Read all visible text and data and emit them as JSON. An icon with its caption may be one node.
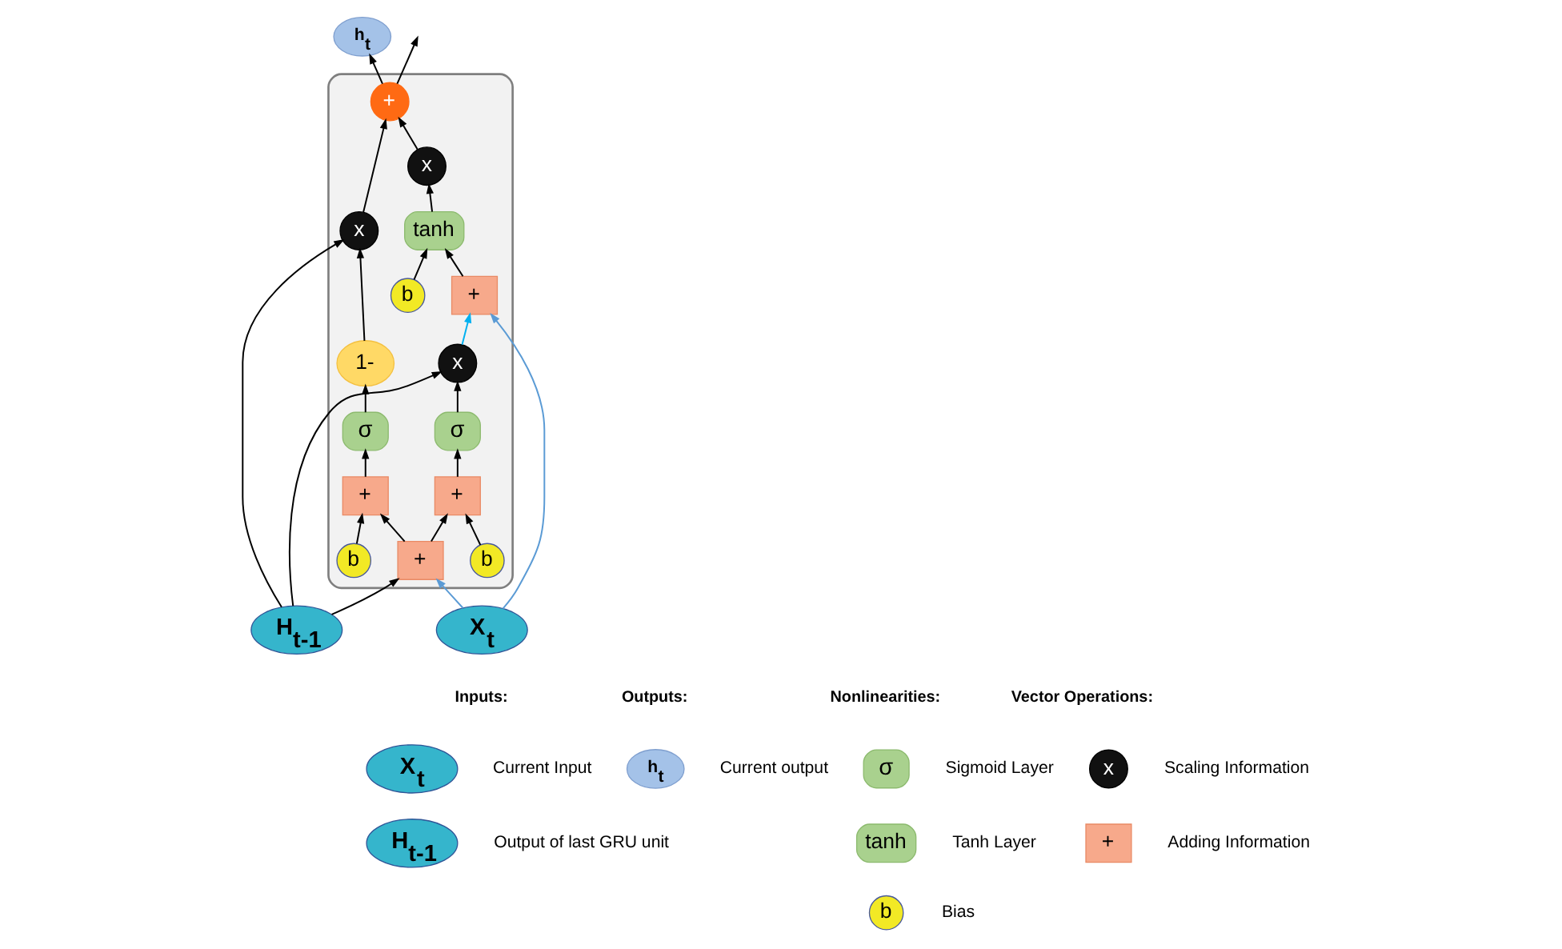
{
  "diagram": {
    "nodes": [
      {
        "text": [],
        "shape": "box"
      },
      {
        "text": [
          "H$_{t-1}$"
        ]
      },
      {
        "text": [
          "X$_{t}$"
        ]
      },
      {
        "text": [
          "h$_{t}$"
        ]
      },
      {
        "text": [
          "+"
        ],
        "in": 0
      },
      {
        "text": [
          "+"
        ],
        "in": 0
      },
      {
        "text": [
          "x"
        ],
        "in": 0
      },
      {
        "text": [
          "σ"
        ],
        "in": 0
      },
      {
        "text": [
          "+"
        ],
        "in": 0
      },
      {
        "text": [
          "b"
        ],
        "in": 0
      },
      {
        "text": [
          "σ"
        ],
        "in": 0
      },
      {
        "text": [
          "+"
        ],
        "in": 0
      },
      {
        "text": [
          "b"
        ],
        "in": 0
      },
      {
        "text": [
          "1-"
        ],
        "in": 0
      },
      {
        "text": [
          "x"
        ],
        "in": 0
      },
      {
        "text": [
          "+"
        ],
        "in": 0
      },
      {
        "text": [
          "x"
        ],
        "in": 0
      },
      {
        "text": [
          "tanh"
        ],
        "in": 0
      },
      {
        "text": [
          "b"
        ],
        "in": 0
      },
      {
        "text": [
          "X$_{t}$"
        ],
        "beside": [
          "Current Input"
        ]
      },
      {
        "text": [
          "H$_{t-1}$"
        ],
        "beside": [
          "Output of last GRU unit"
        ]
      },
      {
        "text": [
          "h$_{t}$"
        ],
        "beside": [
          "Current output"
        ]
      },
      {
        "text": [
          "σ"
        ],
        "beside": [
          "Sigmoid Layer"
        ]
      },
      {
        "text": [
          "tanh"
        ],
        "beside": [
          "Tanh Layer"
        ]
      },
      {
        "text": [
          "b"
        ],
        "beside": [
          "Bias"
        ]
      },
      {
        "text": [
          "x"
        ],
        "beside": [
          "Scaling Information"
        ]
      },
      {
        "text": [
          "+"
        ],
        "beside": [
          "Adding Information"
        ]
      }
    ],
    "edges": [
      {
        "from": 1,
        "to": 14,
        "arrow": "to"
      },
      {
        "from": 1,
        "to": 6,
        "arrow": "to"
      },
      {
        "from": 1,
        "to": 4,
        "arrow": "to"
      },
      {
        "from": 2,
        "to": 4,
        "arrow": "to",
        "color": "#5b9bd5"
      },
      {
        "from": 2,
        "to": 5,
        "arrow": "to",
        "color": "#5b9bd5"
      },
      {
        "from": 6,
        "to": 5,
        "arrow": "to",
        "color": "#00b0f0"
      },
      {
        "from": 4,
        "to": 8,
        "arrow": "to"
      },
      {
        "from": 4,
        "to": 11,
        "arrow": "to"
      },
      {
        "from": 9,
        "to": 8,
        "arrow": "to"
      },
      {
        "from": 12,
        "to": 11,
        "arrow": "to"
      },
      {
        "from": 8,
        "to": 7,
        "arrow": "to"
      },
      {
        "from": 11,
        "to": 10,
        "arrow": "to"
      },
      {
        "from": 7,
        "to": 6,
        "arrow": "to"
      },
      {
        "from": 10,
        "to": 13,
        "arrow": "to"
      },
      {
        "from": 13,
        "to": 14,
        "arrow": "to"
      },
      {
        "from": 14,
        "to": 15,
        "arrow": "to"
      },
      {
        "from": 5,
        "to": 17,
        "arrow": "to"
      },
      {
        "from": 18,
        "to": 17,
        "arrow": "to"
      },
      {
        "from": 17,
        "to": 16,
        "arrow": "to"
      },
      {
        "from": 16,
        "to": 15,
        "arrow": "to"
      },
      {
        "from": 15,
        "to": 3,
        "arrow": "to"
      },
      {
        "from": 15,
        "to": null,
        "arrow": "to"
      }
    ],
    "labels": [
      "Inputs:",
      "Outputs:",
      "Nonlinearities:",
      "Vector Operations:"
    ]
  }
}
